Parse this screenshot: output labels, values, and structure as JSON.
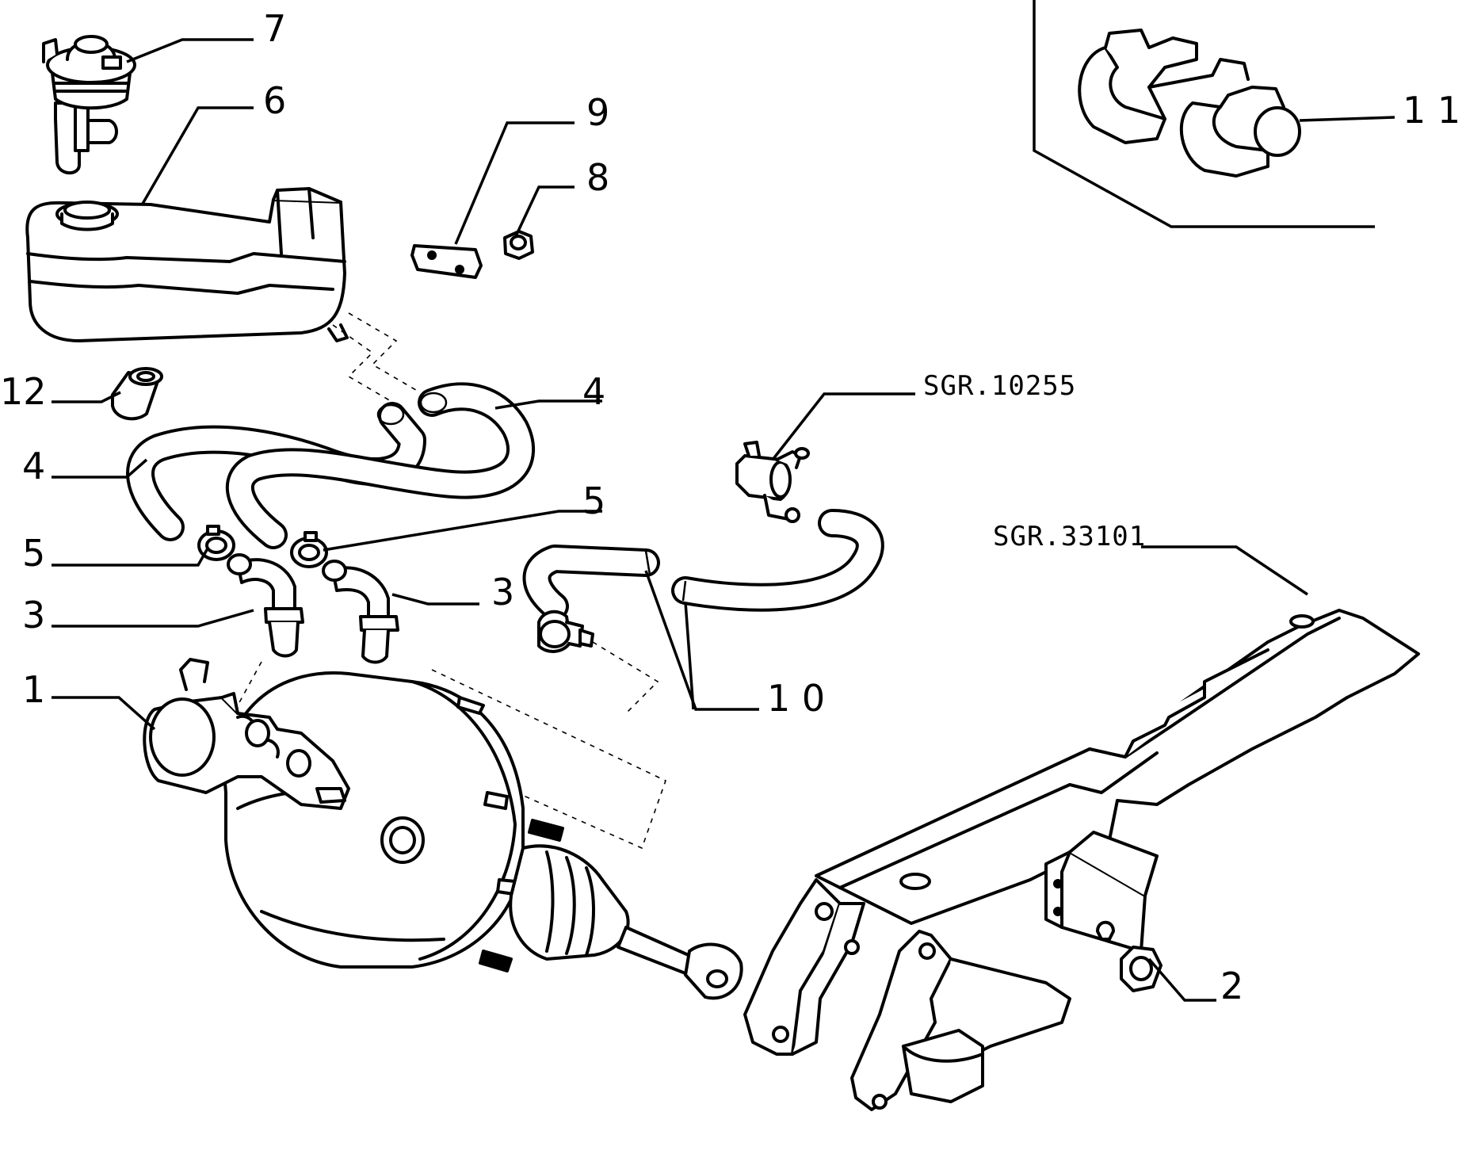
{
  "callouts": {
    "c1": "1",
    "c2": "2",
    "c3a": "3",
    "c3b": "3",
    "c4a": "4",
    "c4b": "4",
    "c5a": "5",
    "c5b": "5",
    "c6": "6",
    "c7": "7",
    "c8": "8",
    "c9": "9",
    "c10": "1 0",
    "c11": "1 1",
    "c12": "12"
  },
  "references": {
    "sgr_10255": "SGR.10255",
    "sgr_33101": "SGR.33101"
  }
}
